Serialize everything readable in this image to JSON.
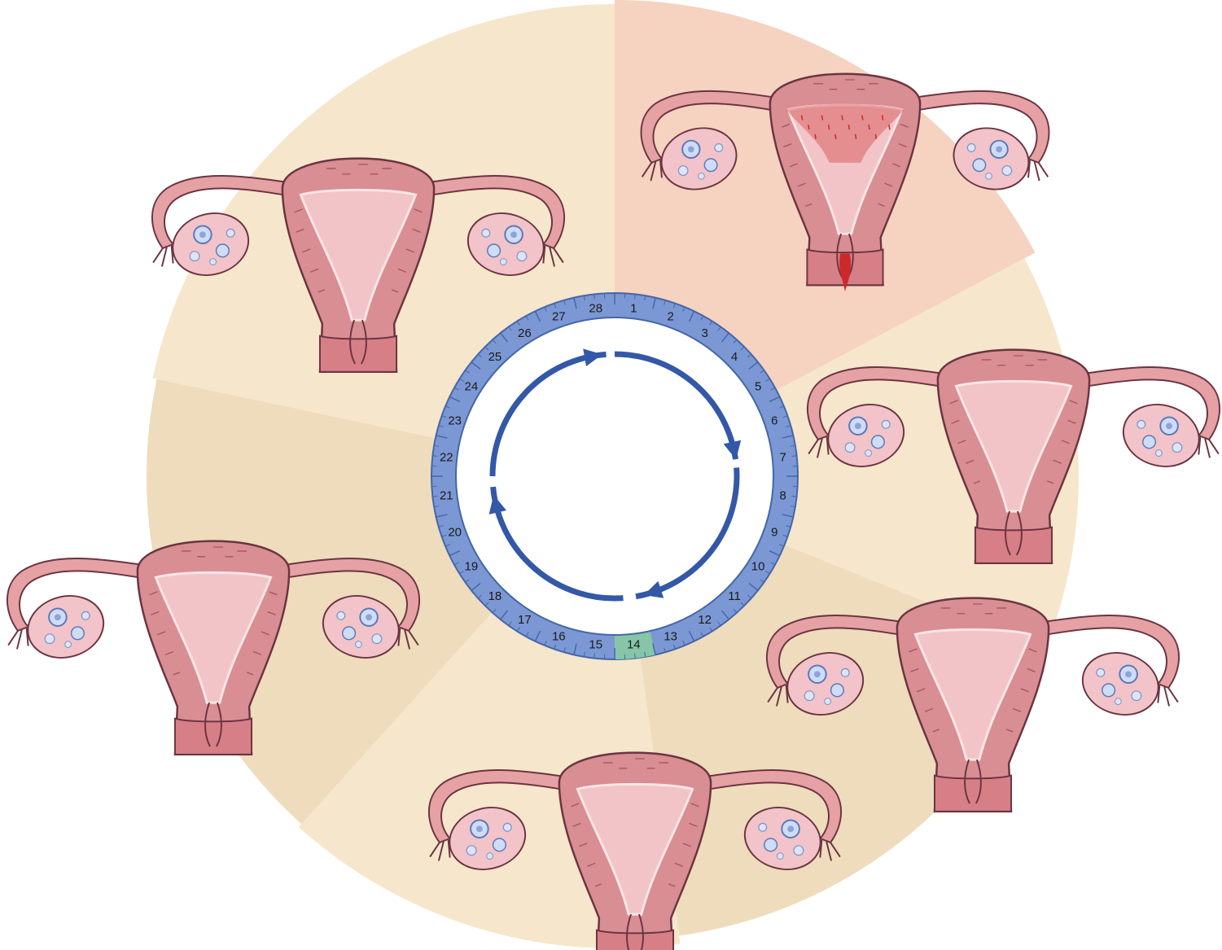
{
  "colors": {
    "menstrual_sector": "#f6d2c0",
    "cycle_sector_light": "#f6e6cb",
    "cycle_sector_dark": "#eedcbd",
    "ring_blue": "#7b98d4",
    "ring_stroke": "#4566a8",
    "ovulation_day": "#86c5a8",
    "arrow_blue": "#3458a8",
    "uterus_fill": "#d98e93",
    "uterus_outline": "#6a3440",
    "endometrium": "#f3c4c7",
    "ovary_fill": "#f2c3c9",
    "menstrual_blood": "#cc2a2a"
  },
  "icons": [
    "cycle-arrow-icon",
    "uterus-icon",
    "ovary-icon",
    "follicle-icon"
  ],
  "cycle": {
    "total_days": 28,
    "highlighted_day": "14",
    "days": [
      "1",
      "2",
      "3",
      "4",
      "5",
      "6",
      "7",
      "8",
      "9",
      "10",
      "11",
      "12",
      "13",
      "14",
      "15",
      "16",
      "17",
      "18",
      "19",
      "20",
      "21",
      "22",
      "23",
      "24",
      "25",
      "26",
      "27",
      "28"
    ]
  },
  "stages": [
    {
      "id": "menstruation",
      "bleeding": true
    },
    {
      "id": "early-follicular",
      "bleeding": false
    },
    {
      "id": "late-follicular",
      "bleeding": false
    },
    {
      "id": "ovulation",
      "bleeding": false
    },
    {
      "id": "early-luteal",
      "bleeding": false
    },
    {
      "id": "late-luteal",
      "bleeding": false
    }
  ]
}
